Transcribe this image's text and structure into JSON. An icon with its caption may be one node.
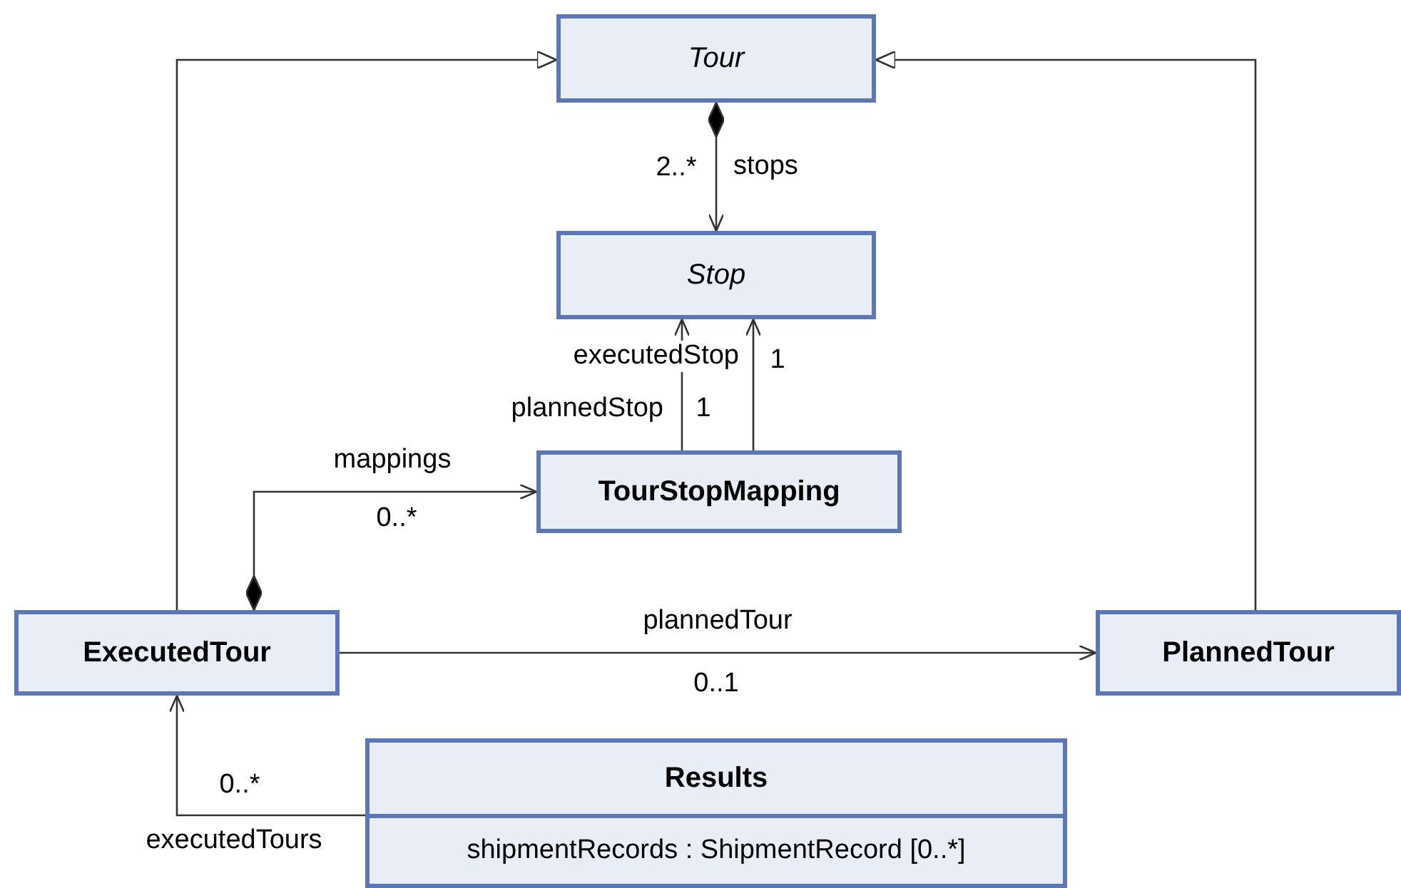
{
  "diagram": {
    "nodes": [
      {
        "text": [
          "Tour"
        ]
      },
      {
        "text": [
          "Stop"
        ]
      },
      {
        "text": [
          "TourStopMapping"
        ]
      },
      {
        "text": [
          "ExecutedTour"
        ]
      },
      {
        "text": [
          "PlannedTour"
        ]
      },
      {
        "text": [
          "Results",
          "shipmentRecords : ShipmentRecord [0..*]"
        ]
      }
    ],
    "edges": [
      {
        "from": 3,
        "to": 0,
        "arrow": "to"
      },
      {
        "from": 4,
        "to": 0,
        "arrow": "to"
      },
      {
        "from": 0,
        "to": 1,
        "arrow": "to",
        "label": "stops"
      },
      {
        "from": 2,
        "to": 1,
        "arrow": "to",
        "label": "plannedStop"
      },
      {
        "from": 2,
        "to": 1,
        "arrow": "to",
        "label": "executedStop"
      },
      {
        "from": 3,
        "to": 2,
        "arrow": "to",
        "label": "mappings"
      },
      {
        "from": 3,
        "to": 4,
        "arrow": "to",
        "label": "plannedTour"
      },
      {
        "from": 5,
        "to": 3,
        "arrow": "to",
        "label": "executedTours"
      }
    ],
    "labels": [
      "2..*",
      "1",
      "1",
      "0..*",
      "0..1",
      "0..*"
    ]
  }
}
